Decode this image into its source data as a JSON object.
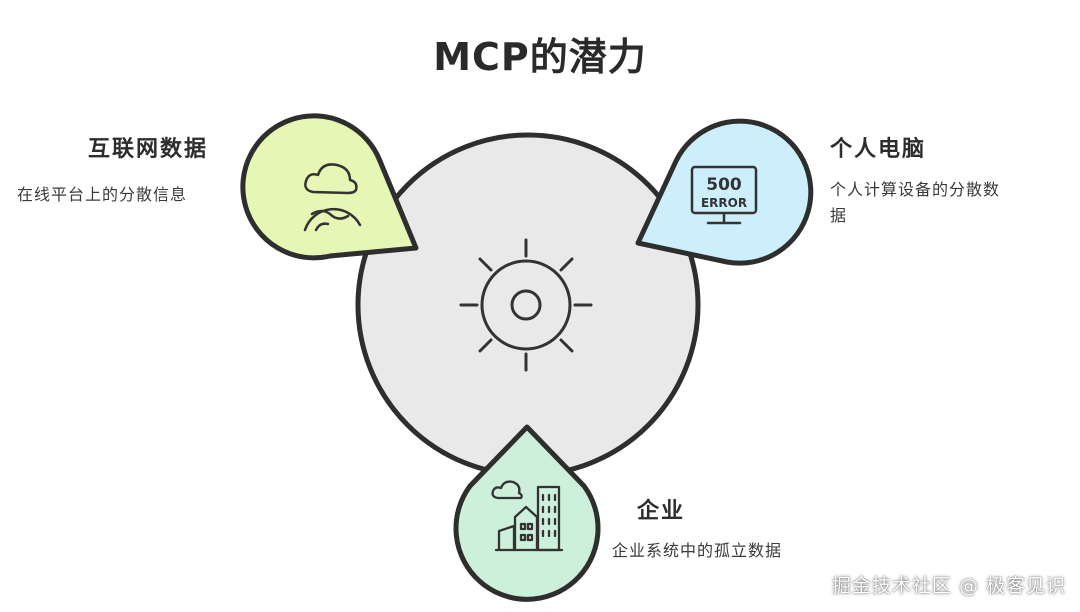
{
  "title": "MCP的潜力",
  "nodes": {
    "internet": {
      "title": "互联网数据",
      "desc": "在线平台上的分散信息",
      "fill": "#e6f6b4"
    },
    "pc": {
      "title": "个人电脑",
      "desc_line1": "个人计算设备的分散数",
      "desc_line2": "据",
      "fill": "#cdeefb",
      "screen_top": "500",
      "screen_bottom": "ERROR"
    },
    "enterprise": {
      "title": "企业",
      "desc": "企业系统中的孤立数据",
      "fill": "#cdf0da"
    }
  },
  "center": {
    "fill": "#e9e9e9",
    "icon": "sun-icon"
  },
  "watermark": "掘金技术社区 @ 极客见识"
}
